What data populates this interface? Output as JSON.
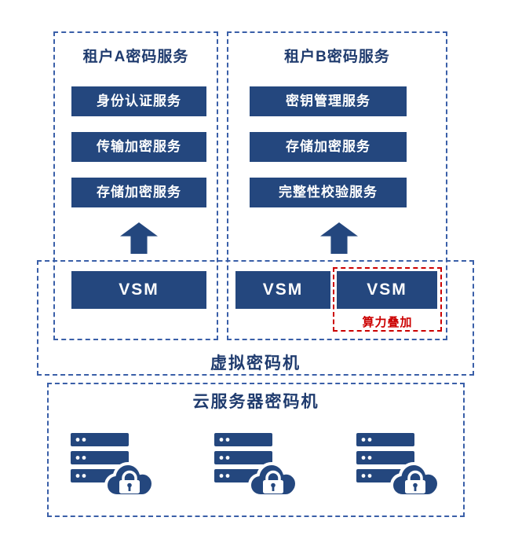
{
  "tenant_a": {
    "title": "租户A密码服务",
    "services": [
      "身份认证服务",
      "传输加密服务",
      "存储加密服务"
    ],
    "vsm_label": "VSM"
  },
  "tenant_b": {
    "title": "租户B密码服务",
    "services": [
      "密钥管理服务",
      "存储加密服务",
      "完整性校验服务"
    ],
    "vsm_labels": [
      "VSM",
      "VSM"
    ],
    "stack_label": "算力叠加"
  },
  "layers": {
    "virtual_hsm": "虚拟密码机",
    "cloud_hsm": "云服务器密码机"
  },
  "icons": {
    "tenant_arrow": "arrow-up-icon",
    "cloud_server": "cloud-server-padlock-icon"
  },
  "colors": {
    "navy_fill": "#24477E",
    "title_navy": "#1F3B6E",
    "dashed_border_blue": "#3A5FA8",
    "highlight_red": "#CC0000",
    "background": "#FFFFFF",
    "box_text": "#FFFFFF"
  }
}
